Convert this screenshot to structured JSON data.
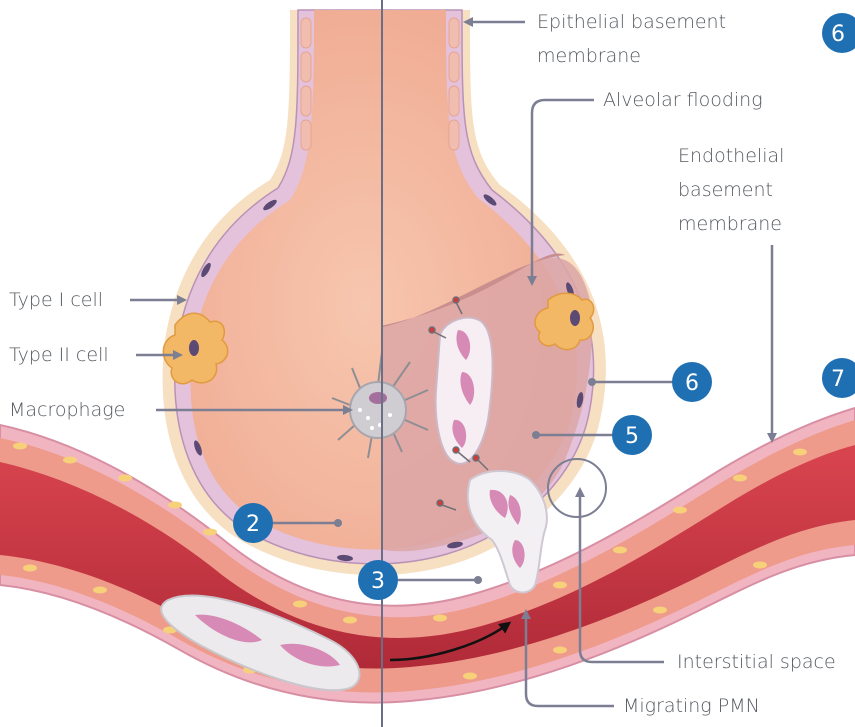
{
  "labels": {
    "epithelial_line1": "Epithelial basement",
    "epithelial_line2": "membrane",
    "alveolar_flooding": "Alveolar flooding",
    "endothelial_line1": "Endothelial",
    "endothelial_line2": "basement",
    "endothelial_line3": "membrane",
    "type1": "Type I cell",
    "type2": "Type II cell",
    "macrophage": "Macrophage",
    "interstitial": "Interstitial space",
    "migrating_pmn": "Migrating PMN"
  },
  "badges": {
    "b2": "2",
    "b3": "3",
    "b5": "5",
    "b6": "6",
    "b6_edge": "6",
    "b7_edge": "7"
  },
  "colors": {
    "badge": "#1f6fb3",
    "leader": "#7c7f93",
    "label_text": "#555a60"
  }
}
